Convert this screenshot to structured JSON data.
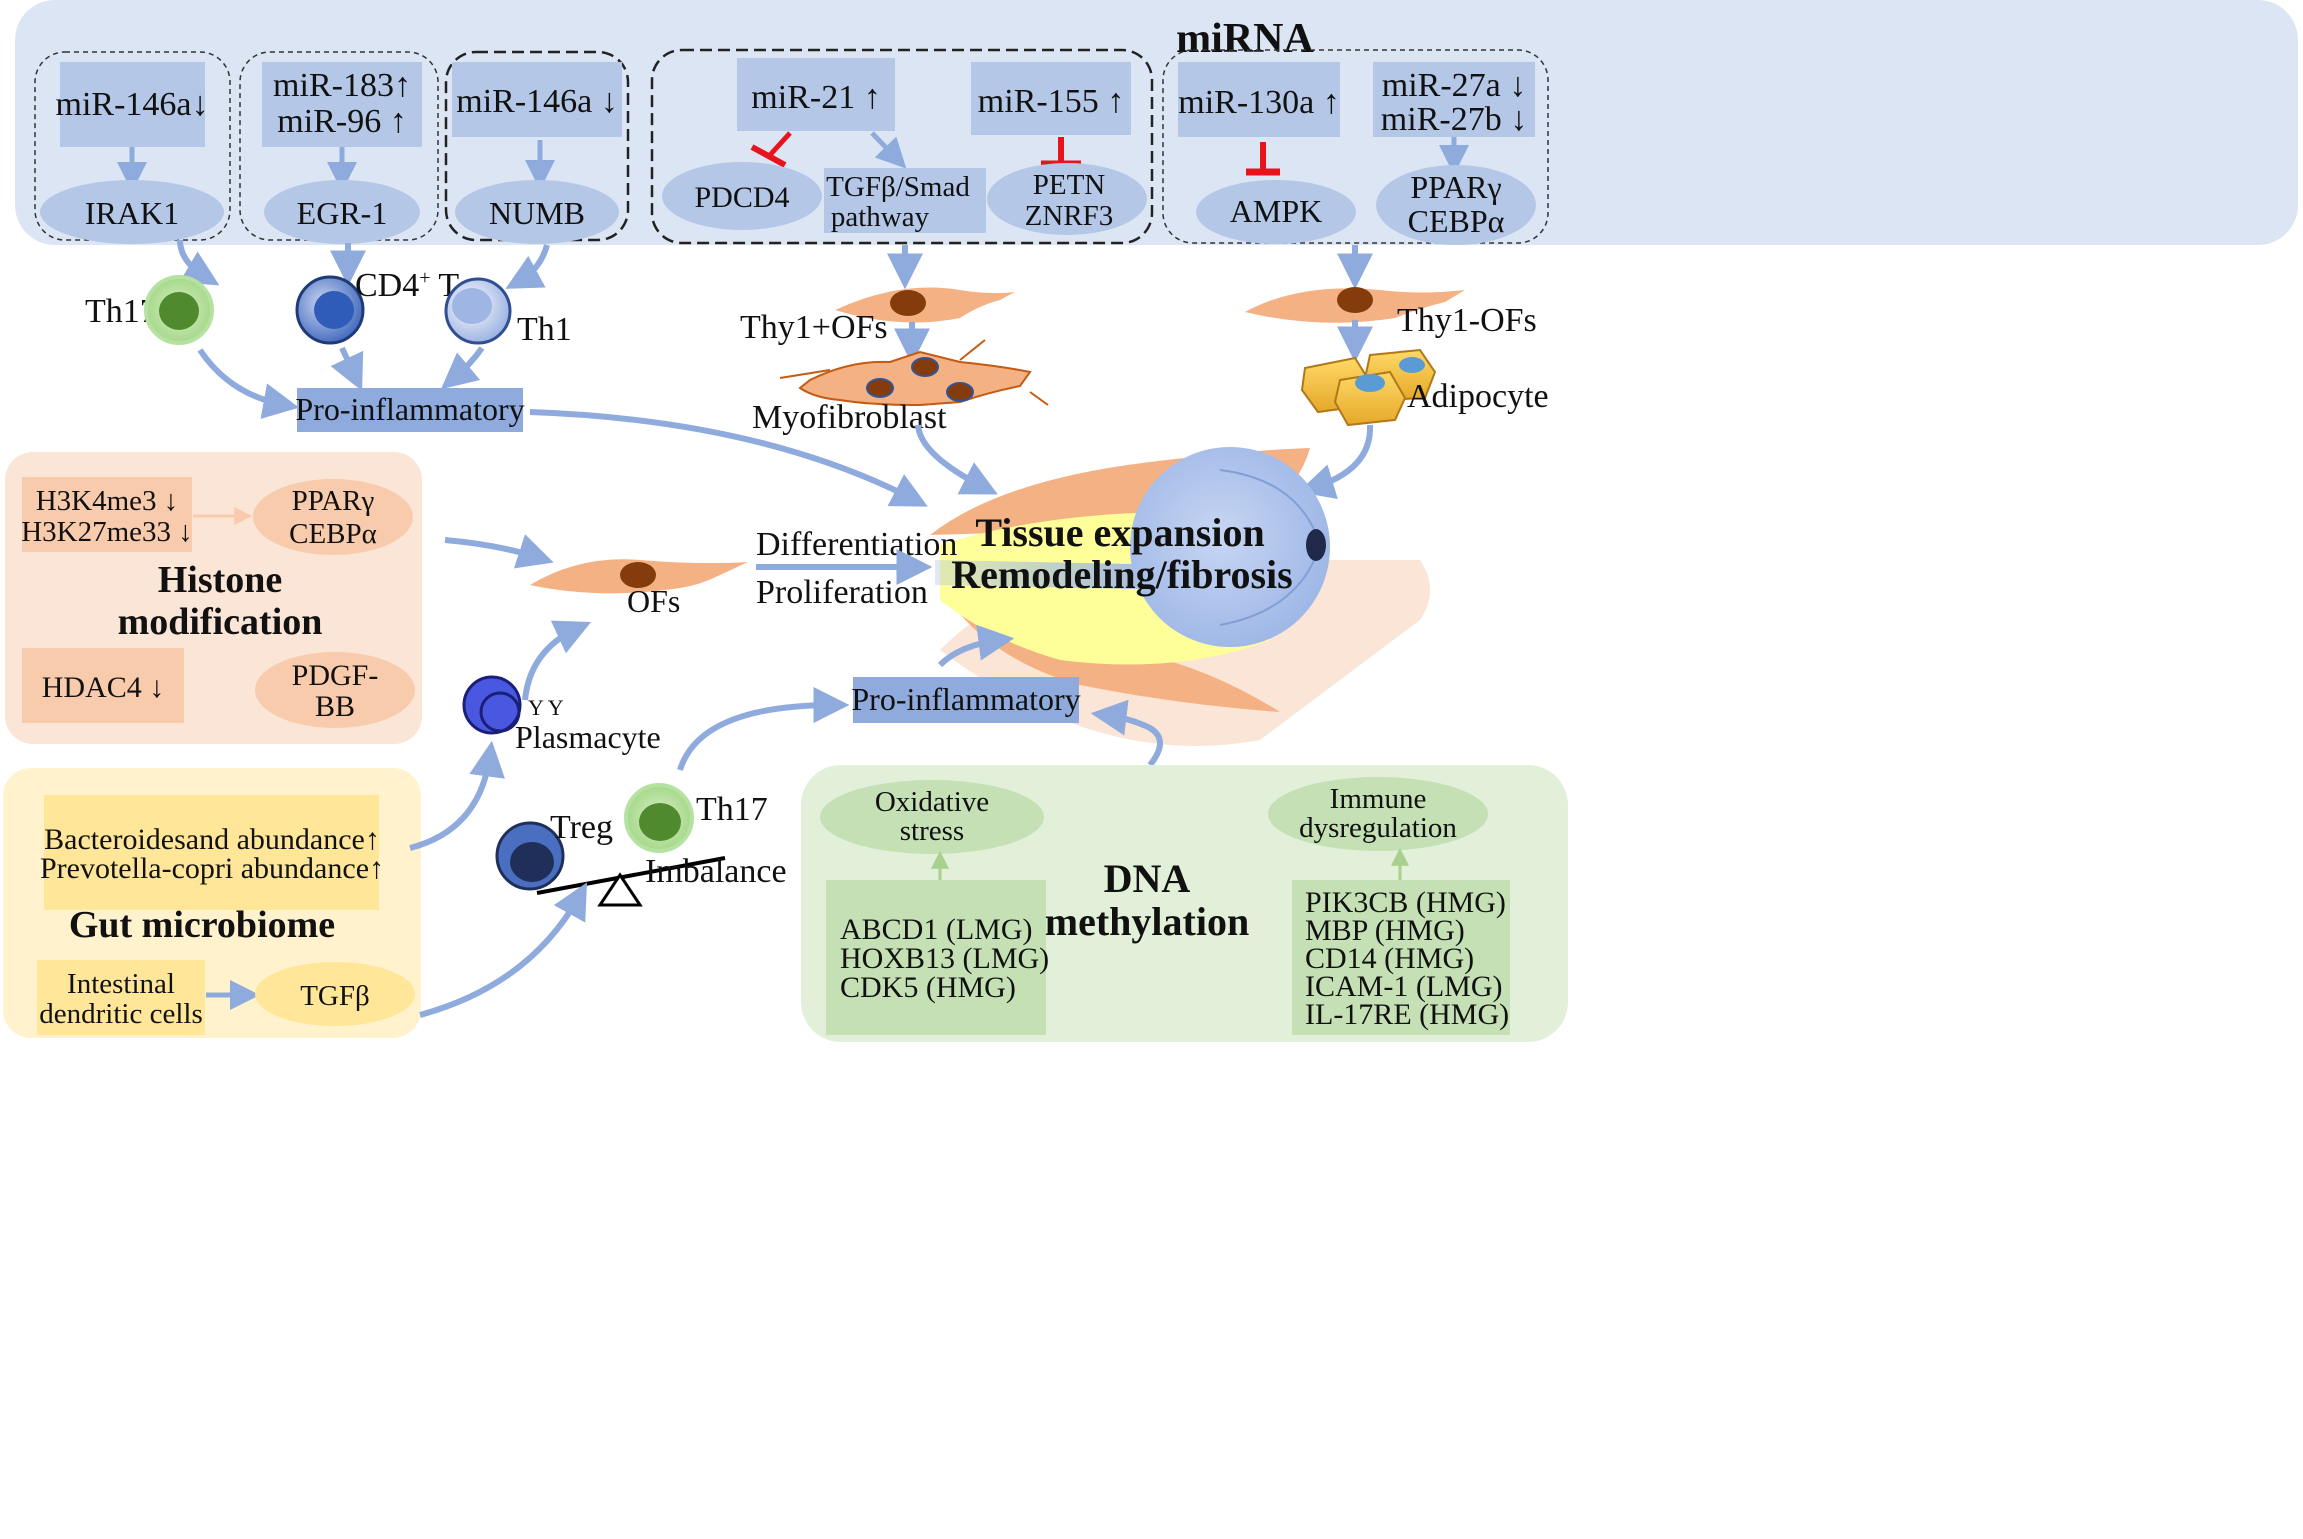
{
  "mirna": {
    "title": "miRNA",
    "g1": {
      "mir": "miR-146a↓",
      "target": "IRAK1"
    },
    "g2": {
      "mir_a": "miR-183↑",
      "mir_b": "miR-96 ↑",
      "target": "EGR-1"
    },
    "g3": {
      "mir": "miR-146a ↓",
      "target": "NUMB"
    },
    "g4": {
      "mir21": "miR-21 ↑",
      "mir155": "miR-155 ↑",
      "pdcd4": "PDCD4",
      "tgf_a": "TGFβ/Smad",
      "tgf_b": "pathway",
      "petn": "PETN",
      "znrf3": "ZNRF3"
    },
    "g5": {
      "mir130": "miR-130a ↑",
      "mir27a": "miR-27a ↓",
      "mir27b": "miR-27b ↓",
      "ampk": "AMPK",
      "pparg": "PPARγ",
      "cebpa": "CEBPα"
    }
  },
  "cells": {
    "th17_top": "Th17",
    "cd4": "CD4",
    "cd4_sup": "+",
    "cd4_t": " T",
    "th1": "Th1",
    "proinf_top": "Pro-inflammatory",
    "thy1_pos": "Thy1+OFs",
    "myofibroblast": "Myofibroblast",
    "thy1_neg": "Thy1-OFs",
    "adipocyte": "Adipocyte",
    "ofs": "OFs",
    "differentiation": "Differentiation",
    "proliferation": "Proliferation",
    "plasmacyte": "Plasmacyte",
    "treg": "Treg",
    "th17_bottom": "Th17",
    "imbalance": "Imbalance",
    "proinf_bottom": "Pro-inflammatory"
  },
  "eye": {
    "line1": "Tissue expansion",
    "line2": "Remodeling/fibrosis"
  },
  "histone": {
    "h3k4": "H3K4me3 ↓",
    "h3k27": "H3K27me33 ↓",
    "pparg": "PPARγ",
    "cebpa": "CEBPα",
    "title1": "Histone",
    "title2": "modification",
    "hdac4": "HDAC4 ↓",
    "pdgf1": "PDGF-",
    "pdgf2": "BB"
  },
  "gut": {
    "bact1": "Bacteroidesand abundance↑",
    "bact2": "Prevotella-copri abundance↑",
    "title": "Gut microbiome",
    "dc1": "Intestinal",
    "dc2": "dendritic cells",
    "tgfb": "TGFβ"
  },
  "dna": {
    "title1": "DNA",
    "title2": "methylation",
    "oxid1": "Oxidative",
    "oxid2": "stress",
    "immune1": "Immune",
    "immune2": "dysregulation",
    "left_genes": [
      "ABCD1 (LMG)",
      "HOXB13 (LMG)",
      "CDK5 (HMG)"
    ],
    "right_genes": [
      "PIK3CB (HMG)",
      "MBP (HMG)",
      "CD14 (HMG)",
      "ICAM-1 (LMG)",
      "IL-17RE (HMG)"
    ]
  },
  "colors": {
    "mirna_panel": "#dce5f4",
    "mirna_box": "#b4c7e7",
    "histone_panel": "#fbe5d6",
    "histone_box": "#f8cbad",
    "gut_panel": "#fff2cc",
    "gut_box": "#ffe699",
    "dna_panel": "#e2efd9",
    "dna_box": "#c5e0b4",
    "arrow": "#8faadc",
    "inhibit": "#e8141c",
    "proinf_box": "#8faadc"
  }
}
